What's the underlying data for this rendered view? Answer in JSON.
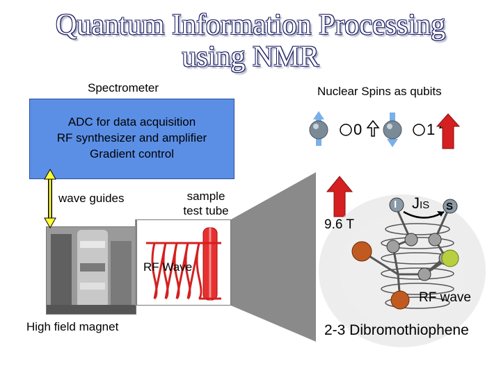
{
  "title": {
    "line1": "Quantum Information Processing",
    "line2": "using NMR"
  },
  "left": {
    "heading": "Spectrometer",
    "box_lines": [
      "ADC for data acquisition",
      "RF synthesizer and amplifier",
      "Gradient control"
    ],
    "wave_guides_label": "wave guides",
    "sample_label_line1": "sample",
    "sample_label_line2": "test tube",
    "rf_wave_label": "RF Wave",
    "magnet_label": "High field magnet"
  },
  "right": {
    "heading": "Nuclear Spins as qubits",
    "ket0": "0",
    "ket1": "1",
    "field_label": "9.6 T",
    "coupling_label": "J",
    "coupling_sub": "IS",
    "spin_i_label": "I",
    "spin_s_label": "S",
    "rf_wave_label": "RF wave",
    "molecule_label": "2-3 Dibromothiophene"
  },
  "colors": {
    "blue_box": "#5b8fe6",
    "arrow_red": "#d42020",
    "arrow_blue": "#7ab0e8",
    "yellow_arrow": "#ffff33",
    "sphere_gray": "#7a8a96",
    "rf_coil_red": "#e03030",
    "cone_gray": "#8a8a8a"
  },
  "icons": [
    "ket-bracket-icon",
    "up-arrow-icon",
    "spin-sphere-icon",
    "magnet-photo-icon"
  ]
}
